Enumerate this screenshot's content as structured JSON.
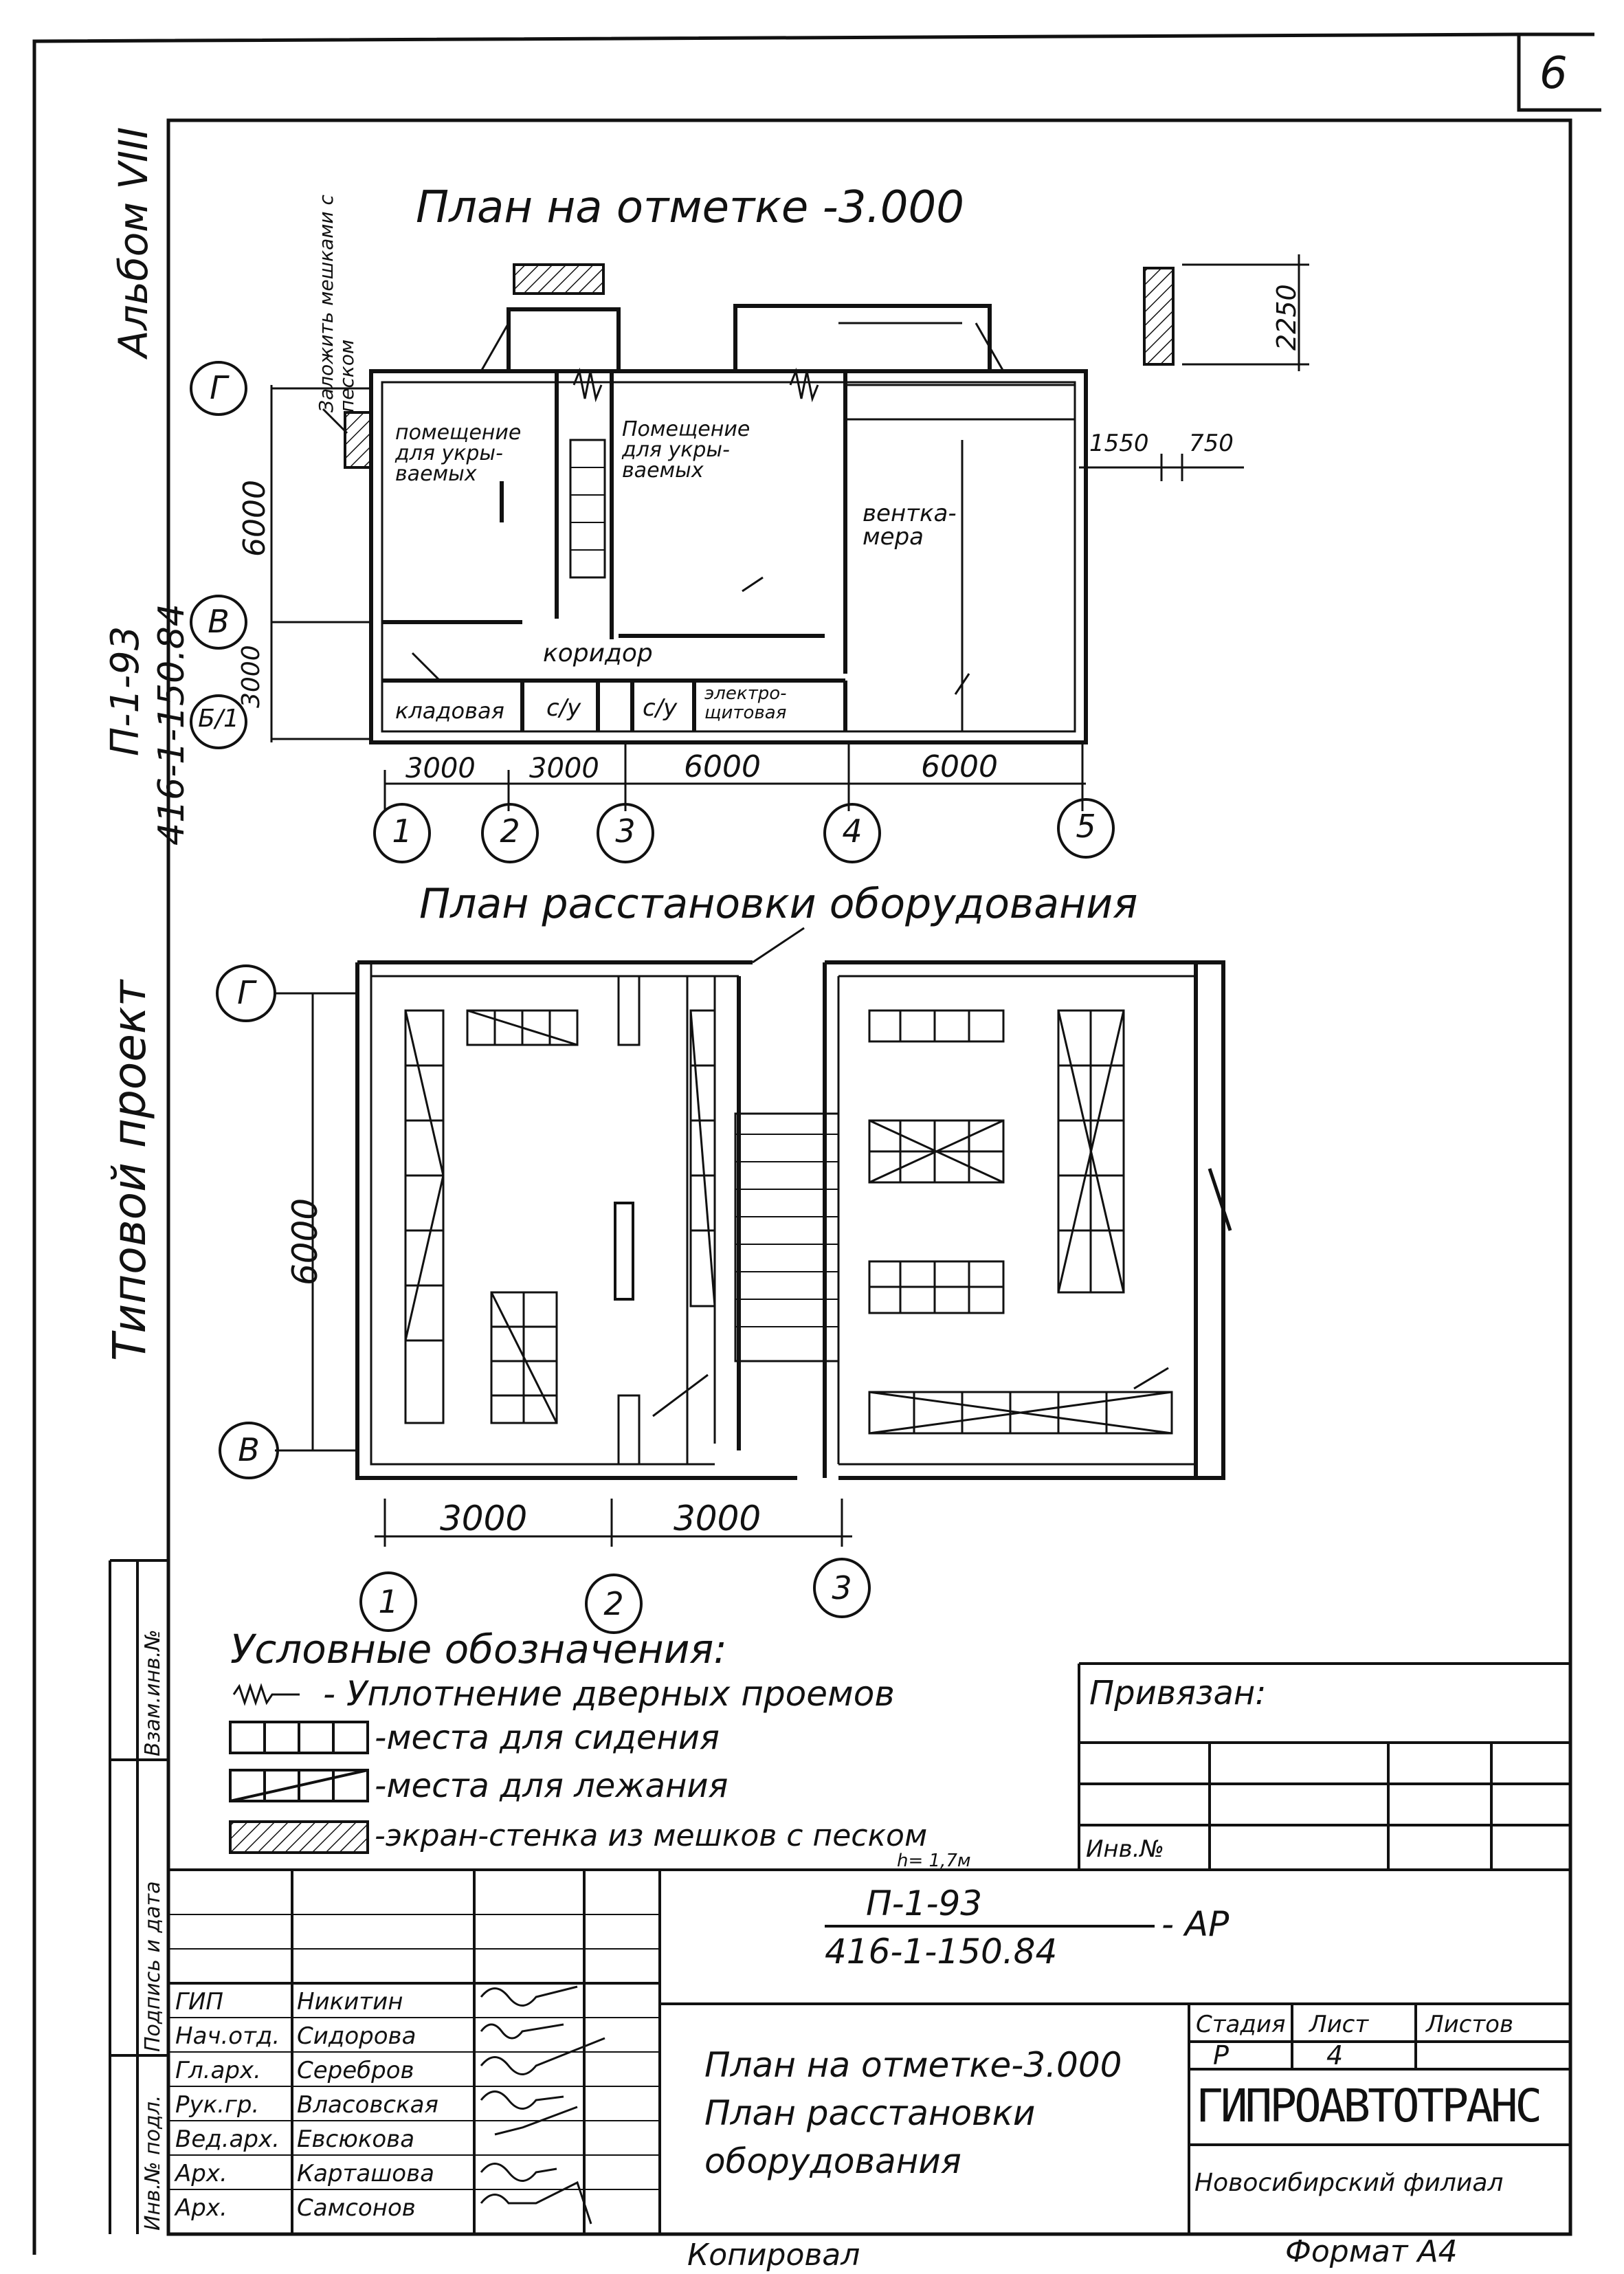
{
  "sheet_corner": "6",
  "plan1": {
    "title": "План на отметке -3.000",
    "note_sandbags": "Заложить мешками с песком",
    "dim_2250": "2250",
    "dim_1550": "1550",
    "dim_750": "750",
    "dim_6000_v": "6000",
    "dim_3000_v": "3000",
    "room_shelter1": "помещение для укры- ваемых",
    "room_shelter2": "Помещение для укры- ваемых",
    "room_vent": "вентка- мера",
    "room_corridor": "коридор",
    "room_storage": "кладовая",
    "room_wc1": "с/у",
    "room_wc2": "с/у",
    "room_elec": "электро- щитовая",
    "axes_rows": [
      "Г",
      "В",
      "Б/1"
    ],
    "axes_cols": [
      "1",
      "2",
      "3",
      "4",
      "5"
    ],
    "dims_h": [
      "3000",
      "3000",
      "6000",
      "6000"
    ]
  },
  "plan2": {
    "title": "План расстановки оборудования",
    "dim_6000_v": "6000",
    "axes_rows": [
      "Г",
      "В"
    ],
    "axes_cols": [
      "1",
      "2",
      "3"
    ],
    "dims_h": [
      "3000",
      "3000"
    ]
  },
  "legend": {
    "title": "Условные обозначения:",
    "items": [
      "- Уплотнение дверных проемов",
      "-места для сидения",
      "-места для лежания",
      "-экран-стенка из мешков с песком"
    ],
    "note_h": "h= 1,7м"
  },
  "privyazan": {
    "label": "Привязан:",
    "inv": "Инв.№"
  },
  "left_margin": {
    "album": "Альбом VIII",
    "code_top": "П-1-93",
    "code_bottom": "416-1-150.84",
    "project": "Типовой проект",
    "stamp_cols": [
      "Инв.№ подл.",
      "Подпись и дата",
      "Взам.инв.№"
    ]
  },
  "title_block": {
    "code_top": "П-1-93",
    "code_bottom": "416-1-150.84",
    "suffix": "- АР",
    "drawing_title": [
      "План на отметке-3.000",
      "План расстановки",
      "оборудования"
    ],
    "roles": [
      {
        "role": "ГИП",
        "name": "Никитин"
      },
      {
        "role": "Нач.отд.",
        "name": "Сидорова"
      },
      {
        "role": "Гл.арх.",
        "name": "Серебров"
      },
      {
        "role": "Рук.гр.",
        "name": "Власовская"
      },
      {
        "role": "Вед.арх.",
        "name": "Евсюкова"
      },
      {
        "role": "Арх.",
        "name": "Карташова"
      },
      {
        "role": "Арх.",
        "name": "Самсонов"
      }
    ],
    "stage_header": "Стадия",
    "sheet_header": "Лист",
    "sheets_header": "Листов",
    "stage": "Р",
    "sheet": "4",
    "sheets": "",
    "org": "ГИПРОАВТОТРАНС",
    "branch": "Новосибирский филиал"
  },
  "footer": {
    "copied": "Копировал",
    "format": "Формат А4"
  }
}
